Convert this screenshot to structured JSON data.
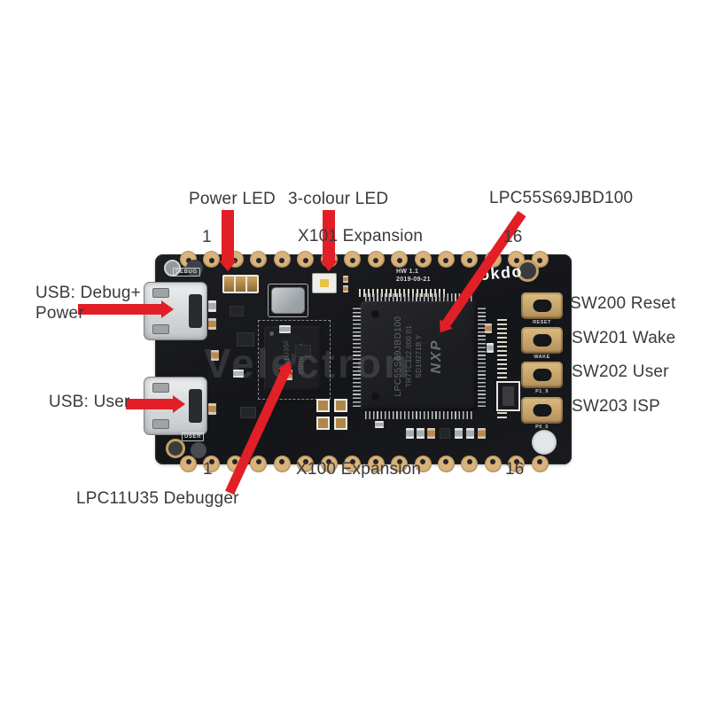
{
  "annotations": {
    "power_led": "Power LED",
    "three_colour_led": "3-colour LED",
    "mcu": "LPC55S69JBD100",
    "x101_expansion": "X101 Expansion",
    "x100_expansion": "X100 Expansion",
    "pin1_top": "1",
    "pin16_top": "16",
    "pin1_bottom": "1",
    "pin16_bottom": "16",
    "usb_debug_line1": "USB: Debug+",
    "usb_debug_line2": "Power",
    "usb_user": "USB: User",
    "sw200": "SW200 Reset",
    "sw201": "SW201 Wake",
    "sw202": "SW202 User",
    "sw203": "SW203 ISP",
    "debugger": "LPC11U35 Debugger"
  },
  "board": {
    "silkscreen": {
      "hw_rev": "HW 1.1",
      "date": "2019-09-21",
      "debug_port": "DEBUG",
      "user_port": "USER",
      "btn_reset": "RESET",
      "btn_wake": "WAKE",
      "btn_user": "P1_9",
      "btn_isp": "P0_5",
      "logo": "okdo"
    },
    "mcu_marking": {
      "line1": "LPC55S69JBD100",
      "line2": "TR7TC322.000 01",
      "line3": "SD19271B Y",
      "logo": "NXP"
    },
    "debugger_marking": {
      "line1": "LPC11U35F",
      "line2": "/401",
      "line3": "2SD19332A"
    },
    "watermark": "Velectron",
    "pins_per_edge": 16
  },
  "colors": {
    "arrow_red": "#e21f26",
    "label_text": "#3a3a3a",
    "board_black": "#17181b",
    "pin_gold": "#c89e63"
  }
}
